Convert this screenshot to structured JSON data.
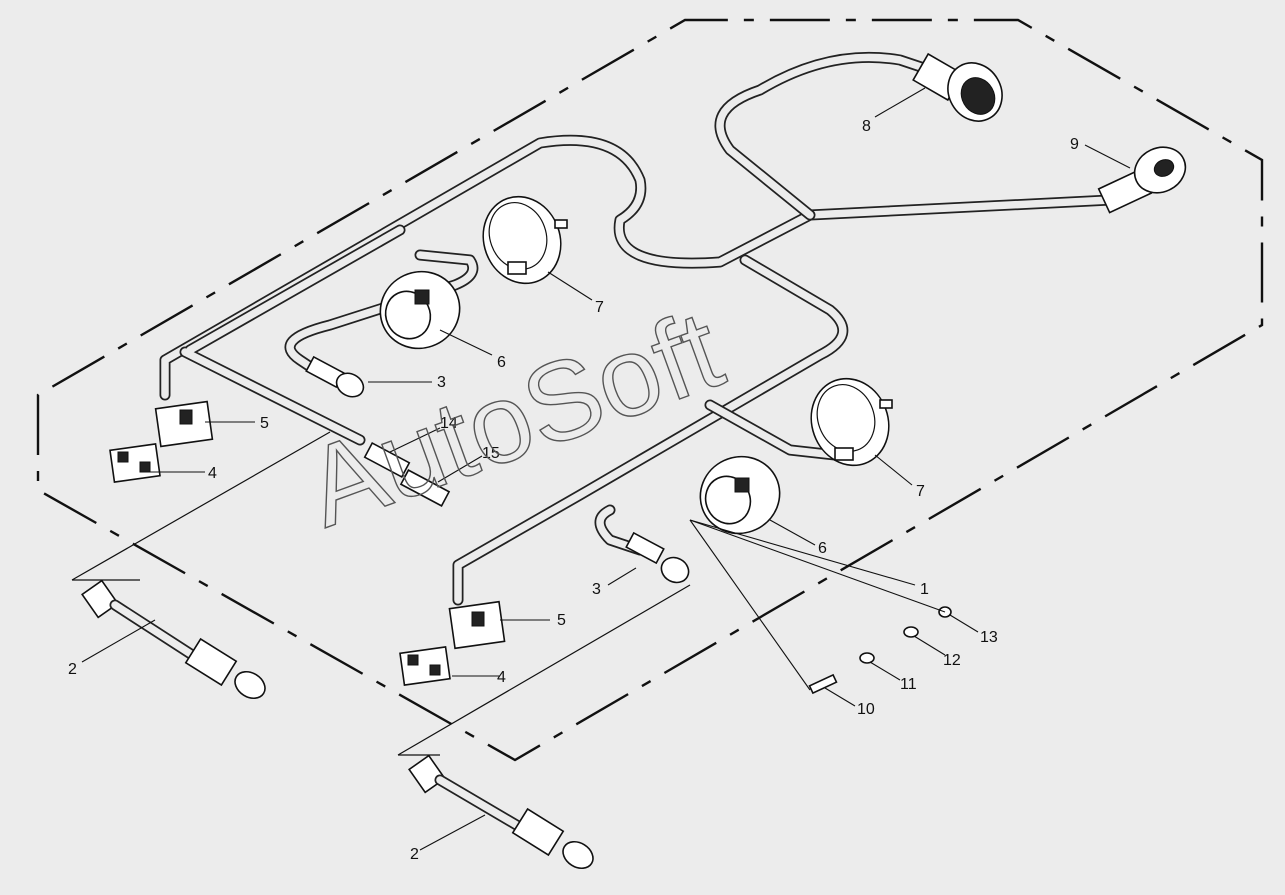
{
  "watermark": "AutoSoft",
  "callouts": {
    "c1": "1",
    "c2a": "2",
    "c2b": "2",
    "c3a": "3",
    "c3b": "3",
    "c4a": "4",
    "c4b": "4",
    "c5a": "5",
    "c5b": "5",
    "c6a": "6",
    "c6b": "6",
    "c7a": "7",
    "c7b": "7",
    "c8": "8",
    "c9": "9",
    "c10": "10",
    "c11": "11",
    "c12": "12",
    "c13": "13",
    "c14": "14",
    "c15": "15"
  }
}
